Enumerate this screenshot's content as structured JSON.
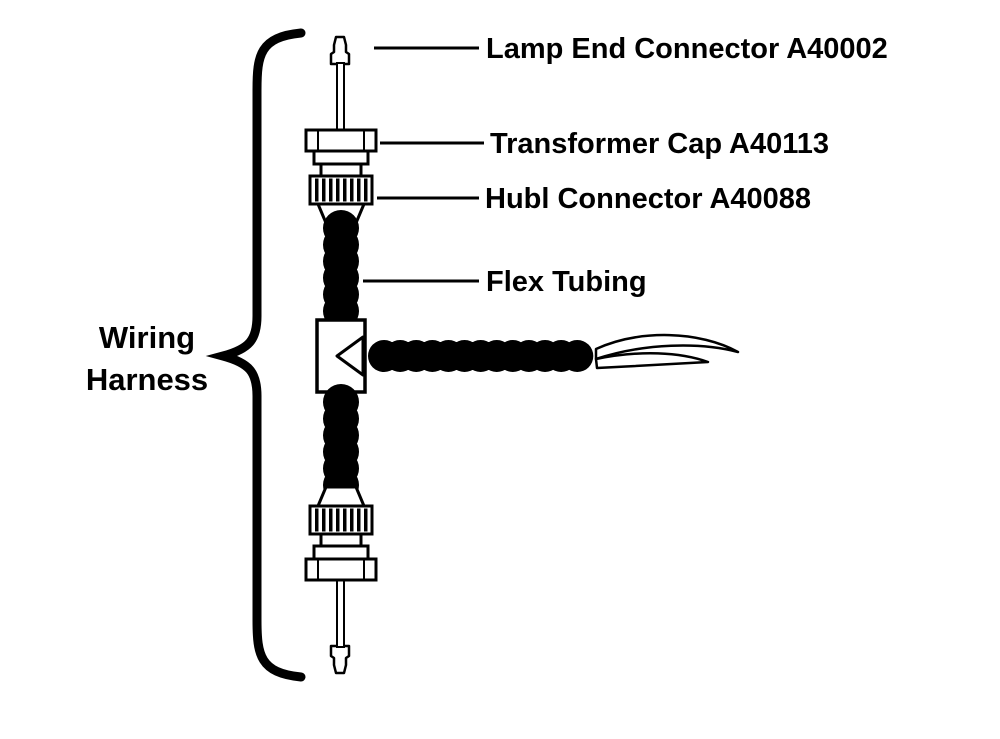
{
  "diagram": {
    "type": "exploded parts diagram",
    "brace_label": {
      "line1": "Wiring",
      "line2": "Harness"
    },
    "callouts": [
      {
        "part": "lamp-end-connector",
        "label": "Lamp End Connector A40002"
      },
      {
        "part": "transformer-cap",
        "label": "Transformer Cap A40113"
      },
      {
        "part": "hub-connector",
        "label": "Hubl Connector A40088"
      },
      {
        "part": "flex-tubing",
        "label": "Flex Tubing"
      }
    ],
    "colors": {
      "ink": "#000000",
      "background": "#ffffff"
    }
  }
}
